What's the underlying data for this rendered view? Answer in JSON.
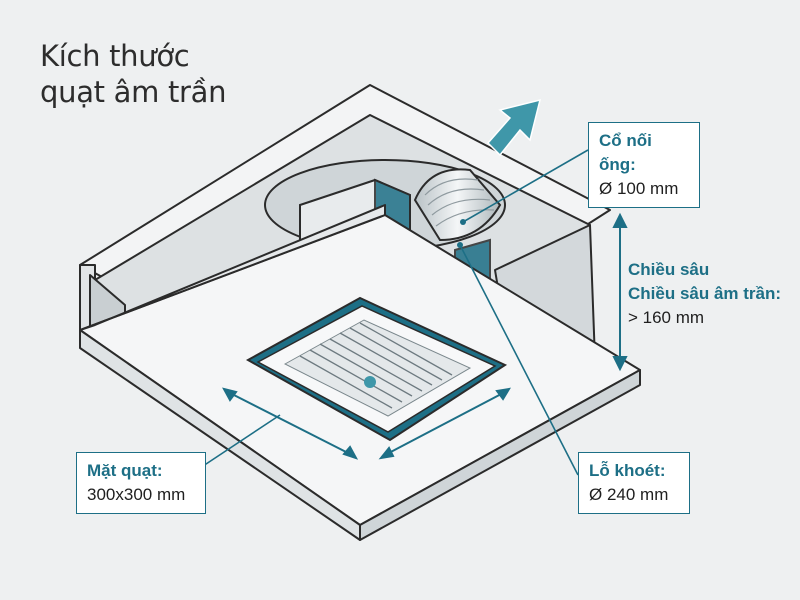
{
  "title": {
    "line1": "Kích thước",
    "line2": "quạt âm trần"
  },
  "labels": {
    "duct": {
      "heading": "Cổ nối ống:",
      "value": "Ø 100 mm"
    },
    "depth": {
      "heading1": "Chiều sâu",
      "heading2": "Chiều sâu âm trần:",
      "value": "> 160 mm"
    },
    "face": {
      "heading": "Mặt quạt:",
      "value": "300x300 mm"
    },
    "cutout": {
      "heading": "Lỗ khoét:",
      "value": "Ø 240 mm"
    }
  },
  "colors": {
    "accent": "#1d6f86",
    "arrow": "#3f97a9",
    "outline": "#2b2b2b",
    "background": "#eef0f1"
  }
}
